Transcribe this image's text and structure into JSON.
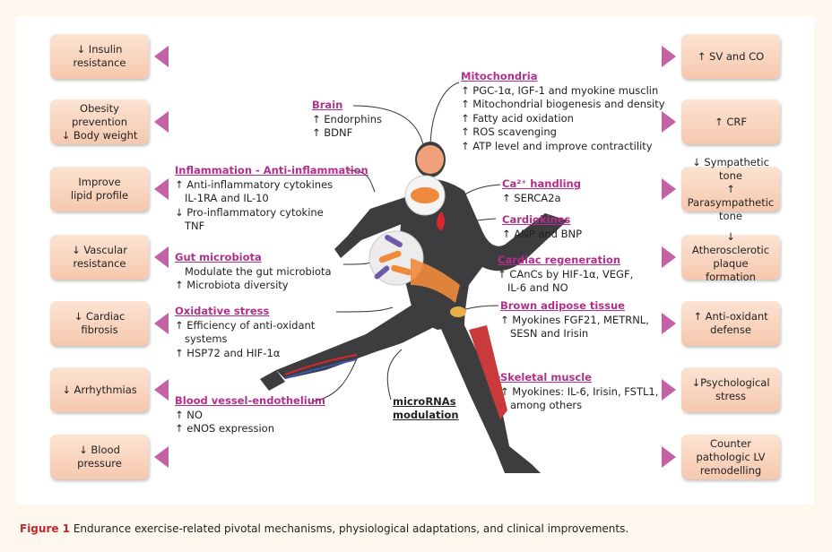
{
  "left_boxes": [
    {
      "text": "↓ Insulin\nresistance"
    },
    {
      "text": "Obesity\nprevention\n↓ Body weight"
    },
    {
      "text": "Improve\nlipid profile"
    },
    {
      "text": "↓ Vascular\nresistance"
    },
    {
      "text": "↓ Cardiac\nfibrosis"
    },
    {
      "text": "↓ Arrhythmias"
    },
    {
      "text": "↓ Blood\npressure"
    }
  ],
  "right_boxes": [
    {
      "text": "↑ SV and CO"
    },
    {
      "text": "↑ CRF"
    },
    {
      "text": "↓ Sympathetic tone\n↑ Parasympathetic\ntone"
    },
    {
      "text": "↓ Atherosclerotic\nplaque\nformation"
    },
    {
      "text": "↑ Anti-oxidant\ndefense"
    },
    {
      "text": "↓Psychological\nstress"
    },
    {
      "text": "Counter\npathologic LV\nremodelling"
    }
  ],
  "sections": {
    "mitochondria": {
      "title": "Mitochondria",
      "lines": [
        "↑ PGC-1α, IGF-1 and myokine musclin",
        "↑ Mitochondrial biogenesis and density",
        "↑ Fatty acid oxidation",
        "↑ ROS scavenging",
        "↑ ATP level and improve contractility"
      ]
    },
    "brain": {
      "title": "Brain",
      "lines": [
        "↑ Endorphins",
        "↑ BDNF"
      ]
    },
    "inflammation": {
      "title": "Inflammation - Anti-inflammation",
      "lines": [
        "↑ Anti-inflammatory cytokines",
        "   IL-1RA and IL-10",
        "↓ Pro-inflammatory cytokine",
        "   TNF"
      ]
    },
    "gut": {
      "title": "Gut microbiota",
      "lines": [
        "   Modulate the gut microbiota",
        "↑ Microbiota diversity"
      ]
    },
    "oxidative": {
      "title": "Oxidative stress",
      "lines": [
        "↑ Efficiency of anti-oxidant",
        "   systems",
        "↑ HSP72 and HIF-1α"
      ]
    },
    "vessel": {
      "title": "Blood vessel-endothelium",
      "lines": [
        "↑ NO",
        "↑ eNOS expression"
      ]
    },
    "calcium": {
      "title": "Ca²⁺ handling",
      "lines": [
        "↑ SERCA2a"
      ]
    },
    "cardiokines": {
      "title": "Cardiokines",
      "lines": [
        "↑ ANP and BNP"
      ]
    },
    "regeneration": {
      "title": "Cardiac regeneration",
      "lines": [
        "↑ CAnCs by HIF-1α, VEGF,",
        "   IL-6 and NO"
      ]
    },
    "brown": {
      "title": "Brown adipose tissue",
      "lines": [
        "↑ Myokines FGF21, METRNL,",
        "   SESN and Irisin"
      ]
    },
    "skeletal": {
      "title": "Skeletal muscle",
      "lines": [
        "↑ Myokines: IL-6, Irisin, FSTL1,",
        "   among others"
      ]
    }
  },
  "mirna": {
    "line1": "microRNAs",
    "line2": "modulation"
  },
  "caption": {
    "label": "Figure 1",
    "text": " Endurance exercise-related pivotal mechanisms, physiological adaptations, and clinical improvements."
  },
  "colors": {
    "accent": "#b22f8c",
    "arrow": "#c462a5",
    "box": "#f6c8ae",
    "figure_label": "#c0272d",
    "body": "#3d3d3f",
    "highlight": "#ef8a3c"
  }
}
